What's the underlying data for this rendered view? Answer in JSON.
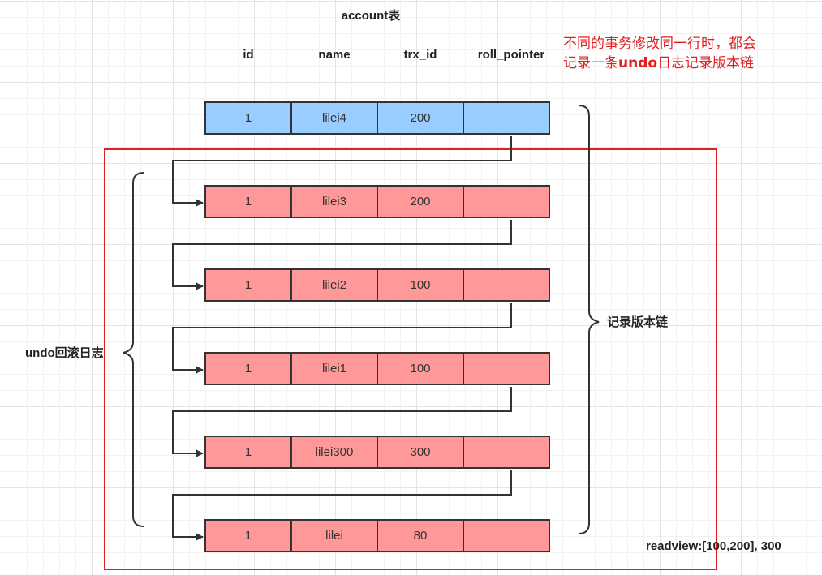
{
  "diagram": {
    "title": "account表",
    "columns": [
      "id",
      "name",
      "trx_id",
      "roll_pointer"
    ],
    "current_row": {
      "id": "1",
      "name": "lilei4",
      "trx_id": "200",
      "roll_pointer": ""
    },
    "undo_rows": [
      {
        "id": "1",
        "name": "lilei3",
        "trx_id": "200",
        "roll_pointer": ""
      },
      {
        "id": "1",
        "name": "lilei2",
        "trx_id": "100",
        "roll_pointer": ""
      },
      {
        "id": "1",
        "name": "lilei1",
        "trx_id": "100",
        "roll_pointer": ""
      },
      {
        "id": "1",
        "name": "lilei300",
        "trx_id": "300",
        "roll_pointer": ""
      },
      {
        "id": "1",
        "name": "lilei",
        "trx_id": "80",
        "roll_pointer": ""
      }
    ],
    "note_line1": "不同的事务修改同一行时，都会",
    "note_line2_pre": "记录一条",
    "note_line2_bold": "undo",
    "note_line2_post": "日志记录版本链",
    "left_brace_label": "undo回滚日志",
    "right_brace_label": "记录版本链",
    "readview": "readview:[100,200], 300",
    "colors": {
      "current_row": "#99ccff",
      "undo_row": "#ff9999",
      "highlight_box": "#e02020",
      "note_text": "#e02020"
    }
  }
}
